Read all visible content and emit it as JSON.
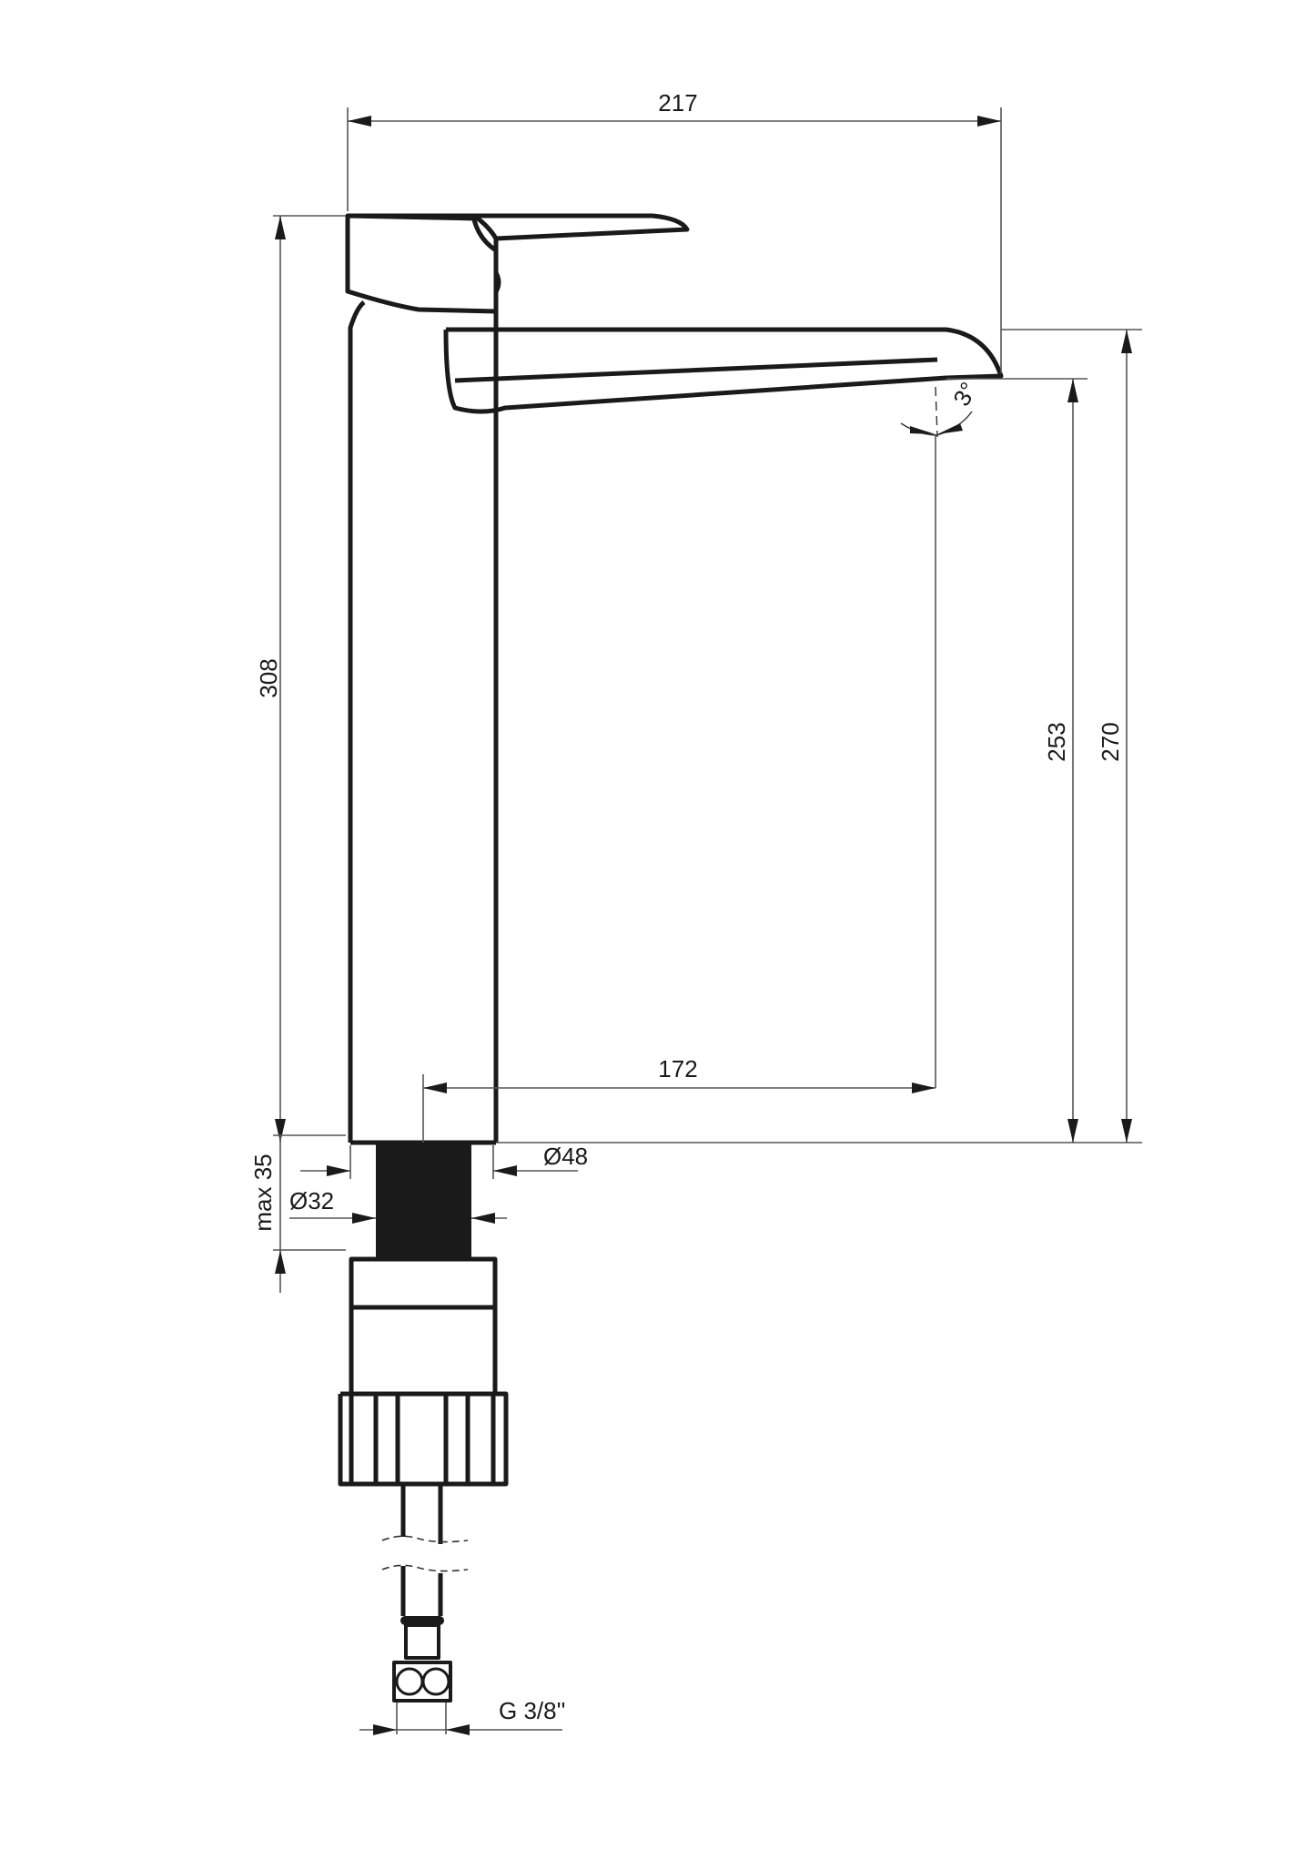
{
  "drawing": {
    "subject": "Tall single-lever basin mixer tap — technical dimension drawing",
    "units": "mm",
    "line_color": "#1a1a1a",
    "background": "#ffffff"
  },
  "dimensions": {
    "overall_width": "217",
    "overall_height": "308",
    "spout_outlet_height": "253",
    "spout_top_height": "270",
    "spout_reach": "172",
    "spout_angle": "3°",
    "body_diameter": "Ø48",
    "thread_diameter": "Ø32",
    "max_countertop_thickness": "max 35",
    "hose_connection": "G 3/8''"
  }
}
